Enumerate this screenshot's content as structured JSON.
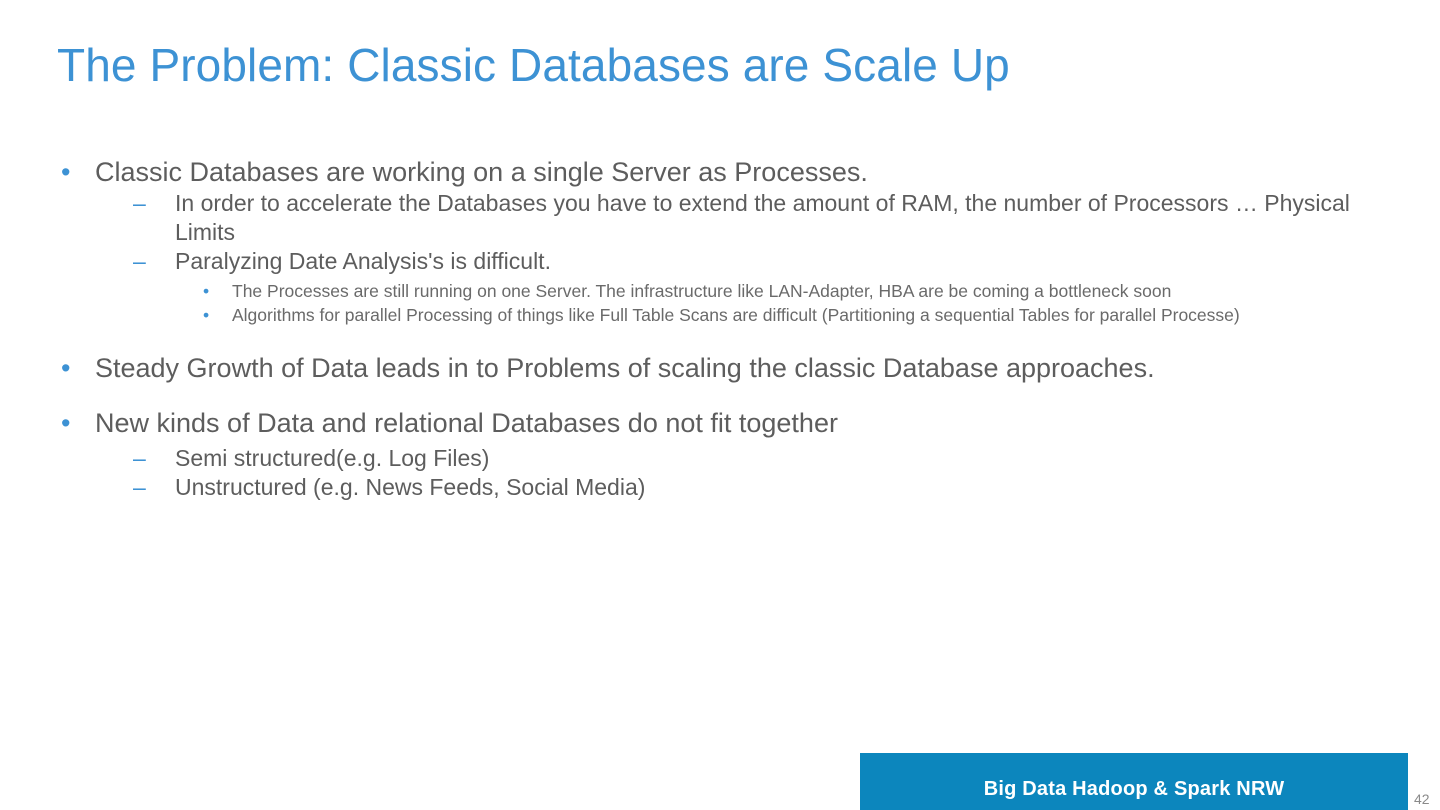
{
  "slide": {
    "title": "The Problem: Classic Databases are Scale Up",
    "page_number": "42",
    "colors": {
      "title_blue": "#3d92d4",
      "body_gray": "#5d5d5d",
      "marker_blue": "#3d92d4",
      "banner_blue": "#0c86bd",
      "banner_text": "#ffffff",
      "page_number_gray": "#8a8a8a"
    },
    "markers": {
      "level1": "•",
      "level2": "–",
      "level3": "•"
    },
    "bullets": {
      "b1": "Classic Databases are working on a single Server as Processes.",
      "b1_s1": "In order to accelerate the Databases you have to extend the amount of RAM, the number of Processors … Physical Limits",
      "b1_s2": "Paralyzing Date Analysis's is difficult.",
      "b1_s2_t1": "The Processes are still running on one Server. The infrastructure like LAN-Adapter, HBA are be coming a bottleneck soon",
      "b1_s2_t2": "Algorithms for parallel Processing of things like Full Table Scans are difficult (Partitioning a  sequential Tables for parallel Processe)",
      "b2": "Steady Growth of Data leads in to Problems of scaling the classic Database approaches.",
      "b3": "New kinds of Data and relational Databases do not fit together",
      "b3_s1": "Semi structured(e.g. Log Files)",
      "b3_s2": "Unstructured (e.g. News Feeds, Social Media)"
    },
    "footer": {
      "banner_text": "Big Data Hadoop & Spark NRW"
    }
  }
}
